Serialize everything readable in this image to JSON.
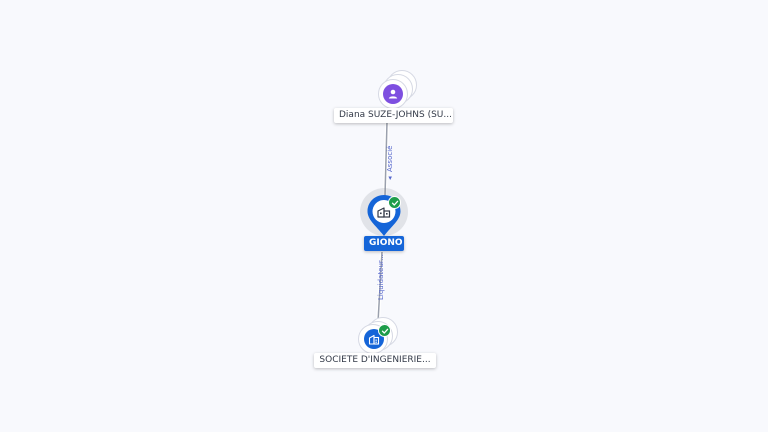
{
  "nodes": {
    "person": {
      "label": "Diana SUZE-JOHNS (SU..."
    },
    "focus": {
      "label": "GIONO"
    },
    "company": {
      "label": "SOCIETE D'INGENIERIE..."
    }
  },
  "edges": {
    "person_to_focus": {
      "label": "Associé"
    },
    "focus_to_company": {
      "label": "Liquidateur..."
    }
  },
  "colors": {
    "background": "#f8f9fd",
    "primary_blue": "#1565d8",
    "person_purple": "#7e4fe0",
    "verified_green": "#1e9d4a",
    "edge_gray": "#9aa0ad",
    "edge_label": "#5566cc"
  },
  "icons": {
    "person": "person-icon",
    "focus": "building-icon",
    "company": "company-building-icon",
    "verified": "check-icon"
  }
}
